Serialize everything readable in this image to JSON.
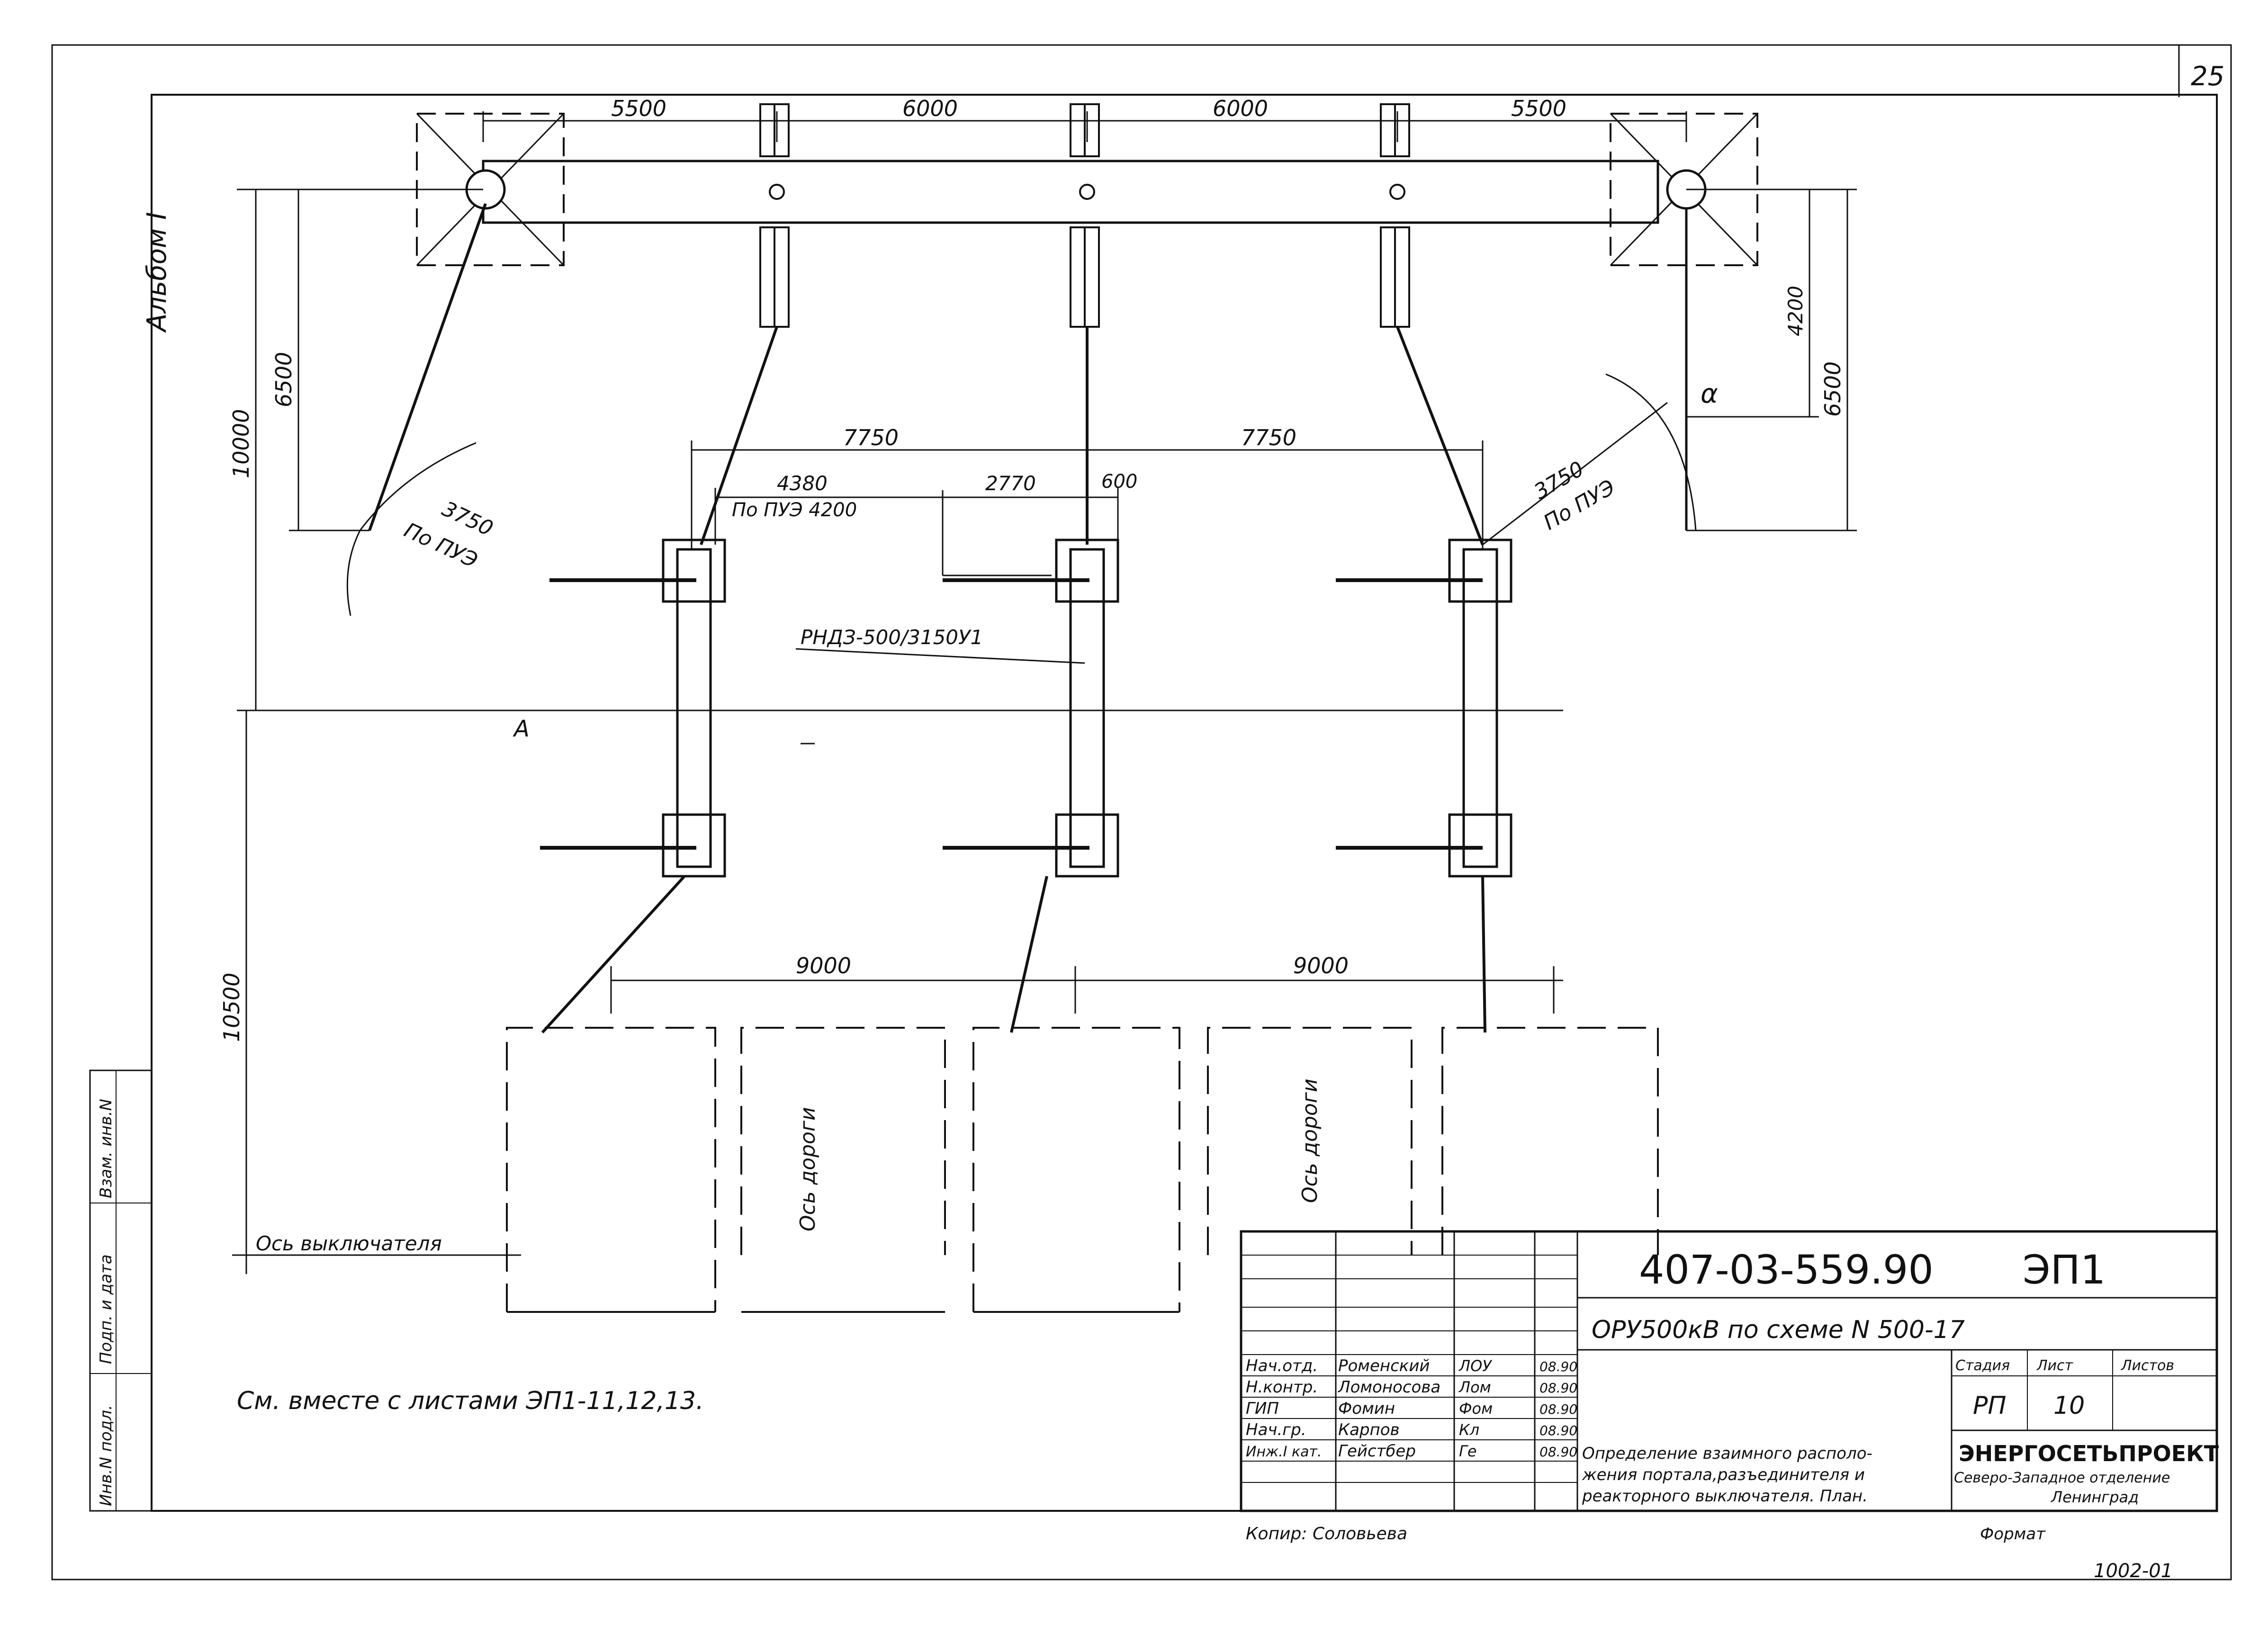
{
  "page_number": "25",
  "album_label": "Альбом I",
  "dimensions": {
    "top_span_1": "5500",
    "top_span_2": "6000",
    "top_span_3": "6000",
    "top_span_4": "5500",
    "left_10000": "10000",
    "left_6500": "6500",
    "left_10500": "10500",
    "right_4200": "4200",
    "right_6500": "6500",
    "mid_7750_left": "7750",
    "mid_7750_right": "7750",
    "dim_4380": "4380",
    "dim_2770": "2770",
    "dim_600": "600",
    "po_pue_4200": "По ПУЭ 4200",
    "radius_left_value": "3750",
    "radius_left_note": "По ПУЭ",
    "radius_right_value": "3750",
    "radius_right_note": "По ПУЭ",
    "low_9000_left": "9000",
    "low_9000_right": "9000"
  },
  "labels": {
    "disconnector": "РНДЗ-500/3150У1",
    "section_a": "А",
    "alpha": "α",
    "breaker_axis": "Ось выключателя",
    "road_axis_1": "Ось дороги",
    "road_axis_2": "Ось дороги",
    "see_also": "См. вместе с листами ЭП1-11,12,13."
  },
  "side_stamp": {
    "inv_no": "Инв.N подл.",
    "sign_date": "Подп. и дата",
    "replace_inv": "Взам. инв.N"
  },
  "title_block": {
    "doc_code": "407-03-559.90",
    "sheet_code": "ЭП1",
    "project": "ОРУ500кВ по схеме N 500-17",
    "stage_header": "Стадия",
    "sheet_header": "Лист",
    "sheets_header": "Листов",
    "stage": "РП",
    "sheet": "10",
    "org_name": "ЭНЕРГОСЕТЬПРОЕКТ",
    "org_branch": "Северо-Западное отделение",
    "org_city": "Ленинград",
    "description": [
      "Определение взаимного располо-",
      "жения портала,разъединителя и",
      "реакторного выключателя. План."
    ],
    "staff": [
      {
        "role": "Нач.отд.",
        "name": "Роменский",
        "signature": "ЛОУ",
        "date": "08.90"
      },
      {
        "role": "Н.контр.",
        "name": "Ломоносова",
        "signature": "Лом",
        "date": "08.90"
      },
      {
        "role": "ГИП",
        "name": "Фомин",
        "signature": "Фом",
        "date": "08.90"
      },
      {
        "role": "Нач.гр.",
        "name": "Карпов",
        "signature": "Кл",
        "date": "08.90"
      },
      {
        "role": "Инж.I кат.",
        "name": "Гейстбер",
        "signature": "Ге",
        "date": "08.90"
      }
    ]
  },
  "copied_by": "Копир: Соловьева",
  "format_label": "Формат",
  "archive_no": "1002-01"
}
